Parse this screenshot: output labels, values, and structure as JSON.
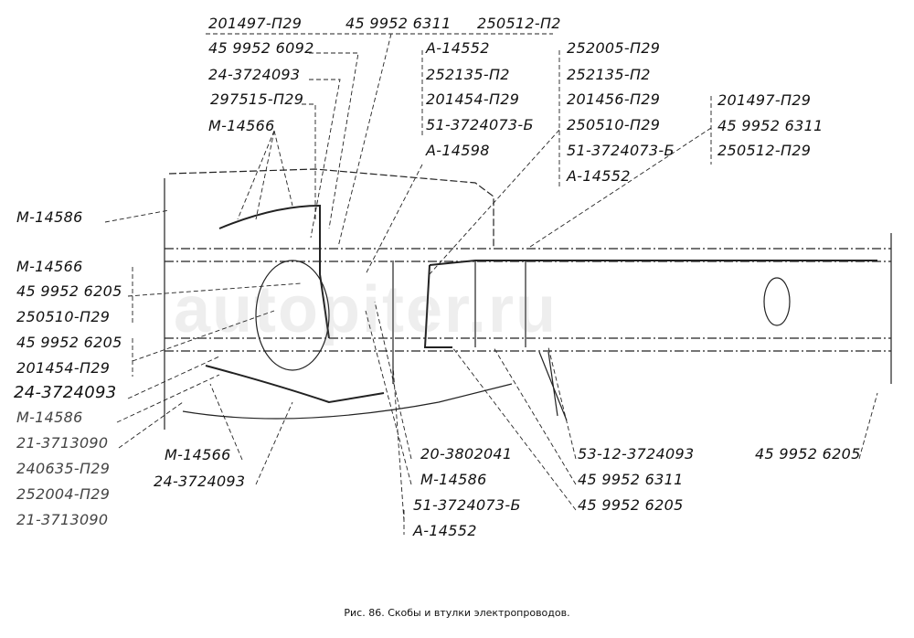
{
  "top_row": [
    "201497-П29",
    "45 9952 6311",
    "250512-П2"
  ],
  "col_left_top": [
    "45 9952 6092",
    "24-3724093",
    "297515-П29",
    "М-14566"
  ],
  "col_mid_top": [
    "А-14552",
    "252135-П2",
    "201454-П29",
    "51-3724073-Б",
    "А-14598"
  ],
  "col_right_top": [
    "252005-П29",
    "252135-П2",
    "201456-П29",
    "250510-П29",
    "51-3724073-Б",
    "А-14552"
  ],
  "col_far_right": [
    "201497-П29",
    "45 9952 6311",
    "250512-П29"
  ],
  "left_side": [
    "М-14586",
    "М-14566",
    "45 9952 6205",
    "250510-П29",
    "45 9952 6205",
    "201454-П29",
    "24-3724093",
    "М-14586",
    "21-3713090",
    "240635-П29",
    "252004-П29",
    "21-3713090"
  ],
  "bottom_left": [
    "М-14566",
    "24-3724093"
  ],
  "bottom_mid": [
    "20-3802041",
    "М-14586",
    "51-3724073-Б",
    "А-14552"
  ],
  "bottom_right": [
    "53-12-3724093",
    "45 9952 6311",
    "45 9952 6205"
  ],
  "bottom_far_right": "45 9952 6205",
  "watermark": "autopiter.ru",
  "caption": "Рис. 86. Скобы и втулки электропроводов."
}
